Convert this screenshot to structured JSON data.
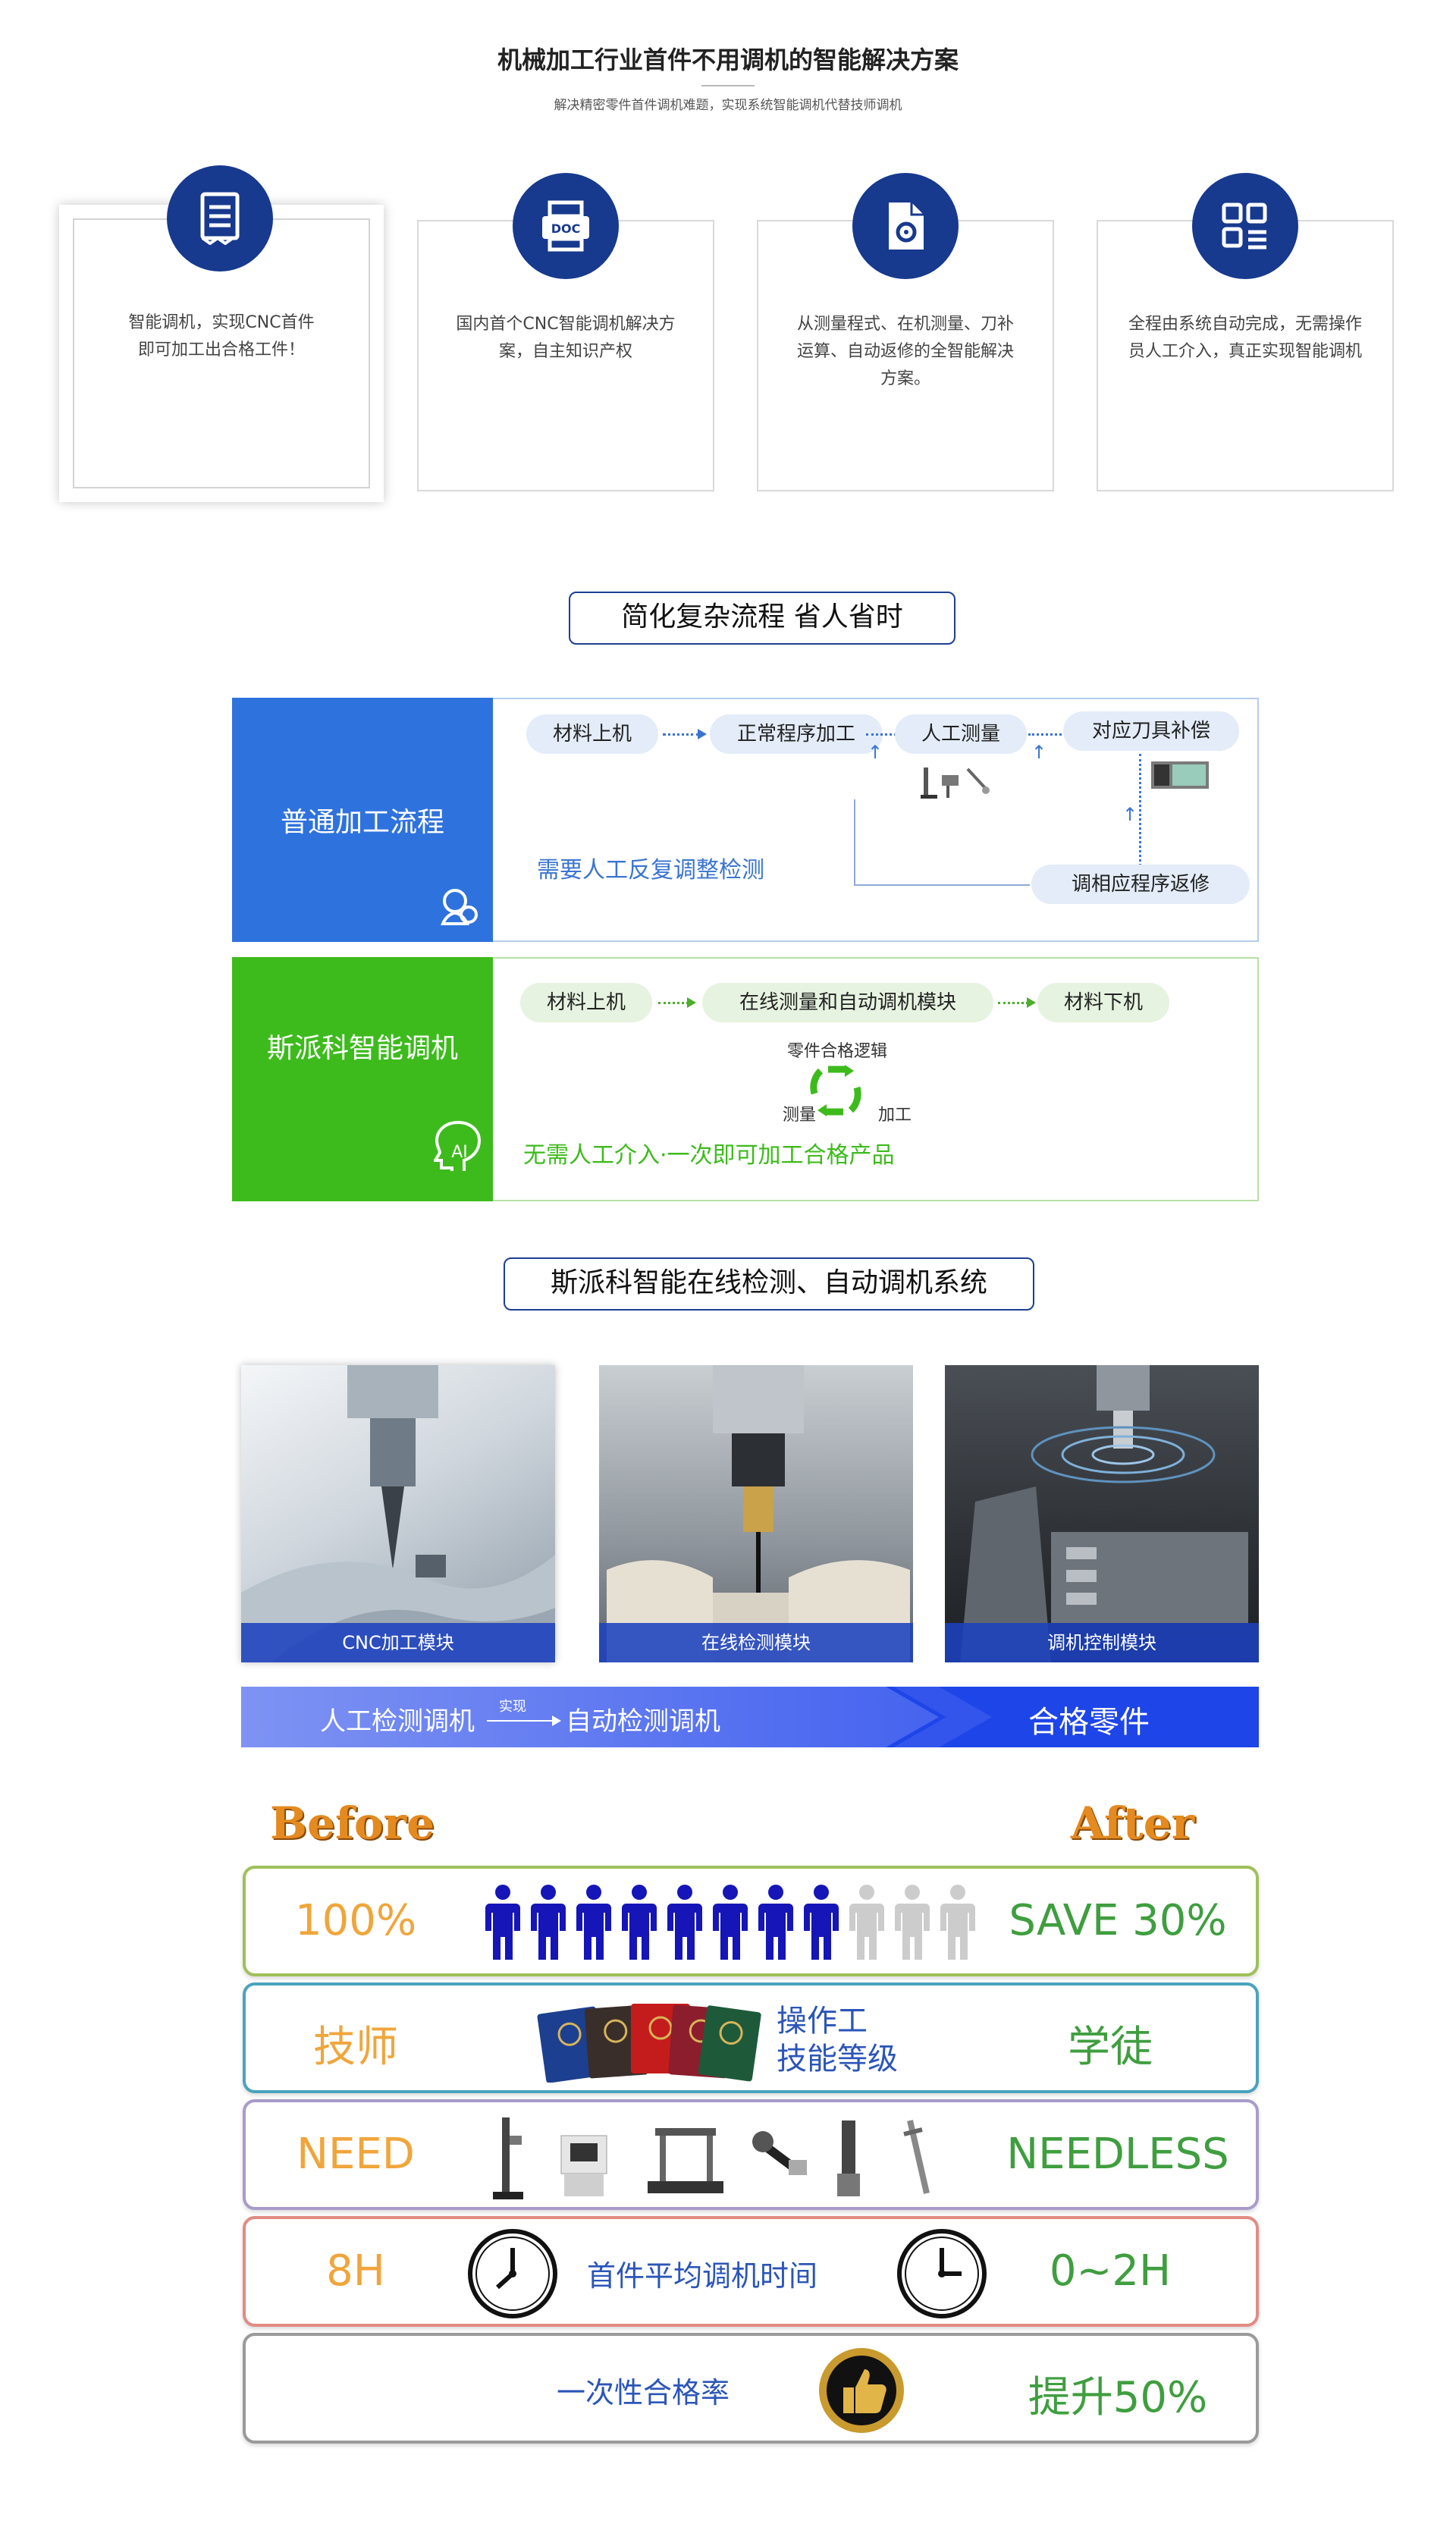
{
  "header": {
    "title": "机械加工行业首件不用调机的智能解决方案",
    "subtitle": "解决精密零件首件调机难题，实现系统智能调机代替技师调机"
  },
  "features": [
    {
      "icon": "document-list-icon",
      "text_lines": [
        "智能调机，实现CNC首件",
        "即可加工出合格工件！"
      ]
    },
    {
      "icon": "doc-printer-icon",
      "text_lines": [
        "国内首个CNC智能调机解决方",
        "案，自主知识产权"
      ]
    },
    {
      "icon": "file-gear-icon",
      "text_lines": [
        "从测量程式、在机测量、刀补",
        "运算、自动返修的全智能解决",
        "方案。"
      ]
    },
    {
      "icon": "grid-apps-icon",
      "text_lines": [
        "全程由系统自动完成，无需操作",
        "员人工介入，真正实现智能调机"
      ]
    }
  ],
  "section1": {
    "title": "简化复杂流程 省人省时",
    "traditional": {
      "label": "普通加工流程",
      "steps": [
        "材料上机",
        "正常程序加工",
        "人工测量",
        "对应刀具补偿",
        "调相应程序返修"
      ],
      "note": "需要人工反复调整检测",
      "color": "#2e72dd"
    },
    "smart": {
      "label": "斯派科智能调机",
      "steps": [
        "材料上机",
        "在线测量和自动调机模块",
        "材料下机"
      ],
      "logic_title": "零件合格逻辑",
      "logic_left": "测量",
      "logic_right": "加工",
      "note": "无需人工介入·一次即可加工合格产品",
      "color": "#3dbb1c"
    }
  },
  "section2": {
    "title": "斯派科智能在线检测、自动调机系统",
    "photos": [
      {
        "caption": "CNC加工模块"
      },
      {
        "caption": "在线检测模块"
      },
      {
        "caption": "调机控制模块"
      }
    ],
    "banner": {
      "left": "人工检测调机",
      "arrow_label": "实现",
      "middle": "自动检测调机",
      "right": "合格零件"
    }
  },
  "comparison": {
    "before_label": "Before",
    "after_label": "After",
    "rows": [
      {
        "before": "100%",
        "middle": "",
        "after": "SAVE 30%",
        "border": "#9fc05a",
        "people_total": 11,
        "people_filled": 8
      },
      {
        "before": "技师",
        "middle_lines": [
          "操作工",
          "技能等级"
        ],
        "after": "学徒",
        "border": "#4aa3bd"
      },
      {
        "before": "NEED",
        "middle": "",
        "after": "NEEDLESS",
        "border": "#a99bc9"
      },
      {
        "before": "8H",
        "middle": "首件平均调机时间",
        "after": "0~2H",
        "border": "#e28b83"
      },
      {
        "before": "",
        "middle": "一次性合格率",
        "after": "提升50%",
        "border": "#9a9a9a"
      }
    ]
  }
}
